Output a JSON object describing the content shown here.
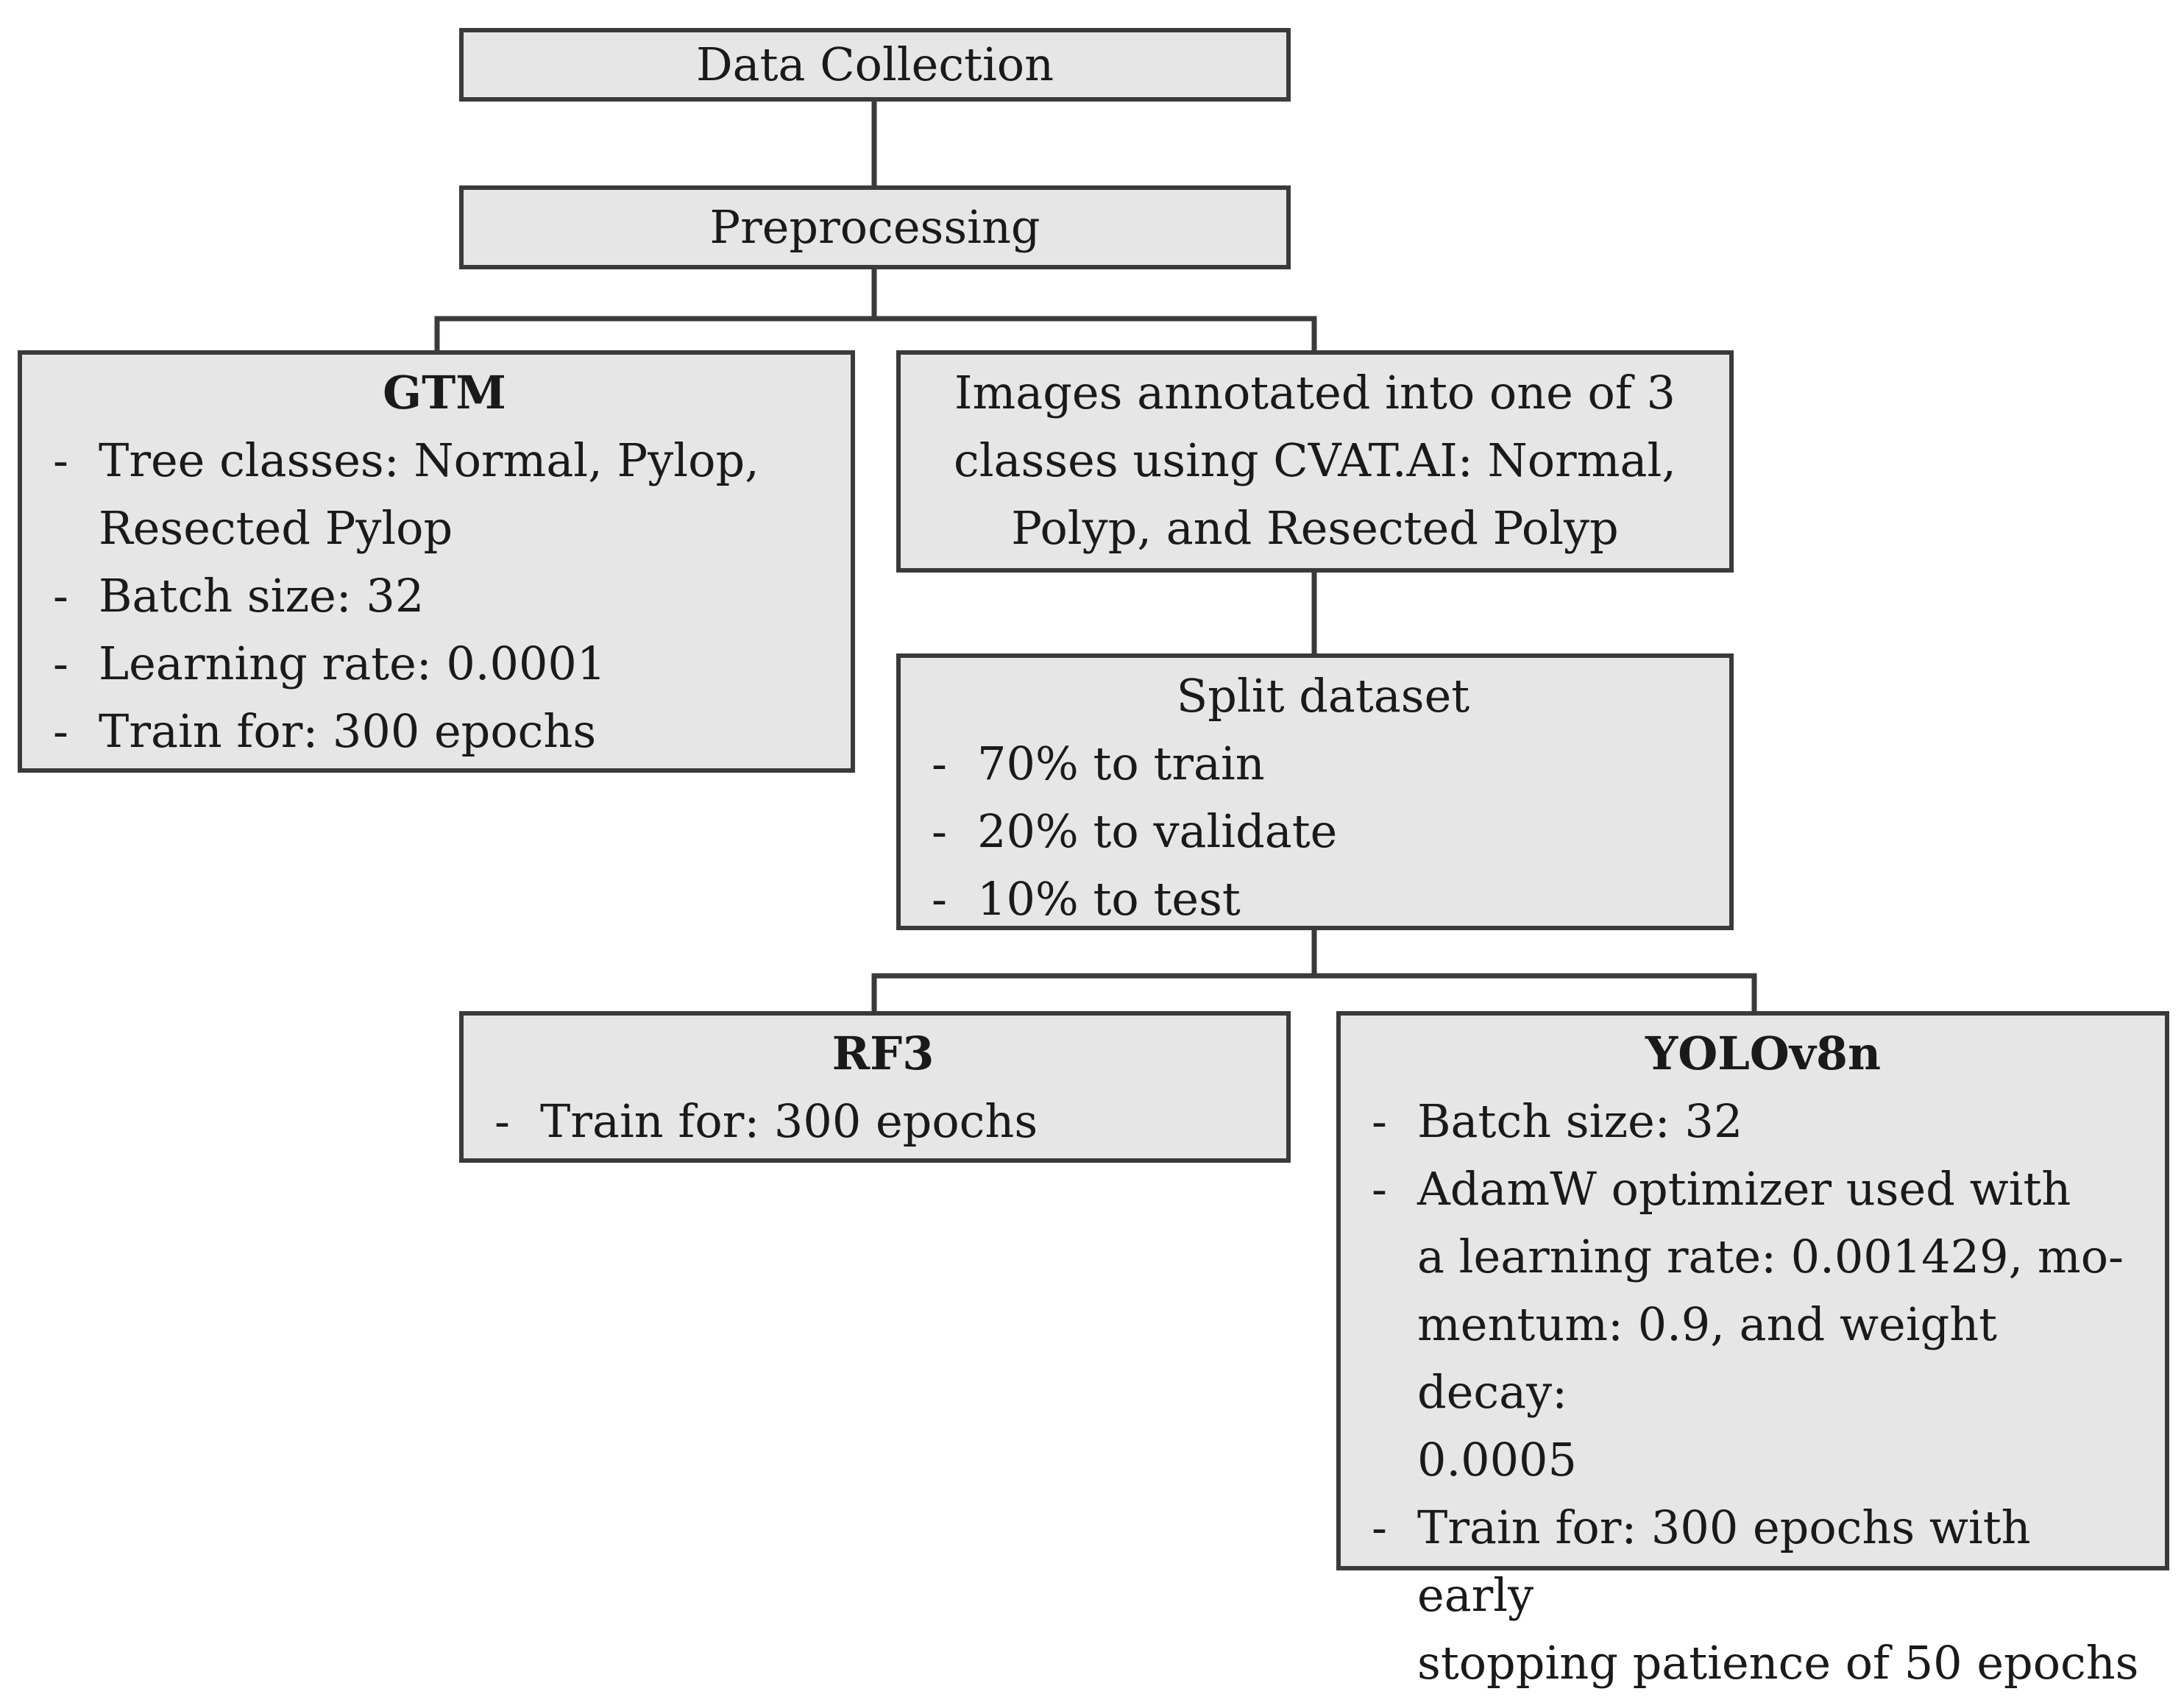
{
  "nodes": {
    "data_collection": {
      "label": "Data Collection"
    },
    "preprocessing": {
      "label": "Preprocessing"
    },
    "gtm": {
      "title": "GTM",
      "items": [
        "Tree classes: Normal, Pylop,\nResected Pylop",
        "Batch size: 32",
        "Learning rate: 0.0001",
        "Train for: 300 epochs"
      ]
    },
    "annotation": {
      "text": "Images annotated into one of 3\nclasses using CVAT.AI: Normal,\nPolyp, and Resected Polyp"
    },
    "split": {
      "title": "Split dataset",
      "items": [
        "70% to train",
        "20% to validate",
        "10% to test"
      ]
    },
    "rf3": {
      "title": "RF3",
      "items": [
        "Train for: 300 epochs"
      ]
    },
    "yolo": {
      "title": "YOLOv8n",
      "items": [
        "Batch size: 32",
        "AdamW optimizer used with\na learning rate: 0.001429, mo-\nmentum: 0.9, and weight decay:\n0.0005",
        "Train for: 300 epochs with early\nstopping patience of 50 epochs"
      ]
    }
  },
  "bullet_glyph": "-",
  "colors": {
    "box_fill": "#e6e6e6",
    "box_border": "#3a3a3a",
    "connector": "#3a3a3a"
  }
}
